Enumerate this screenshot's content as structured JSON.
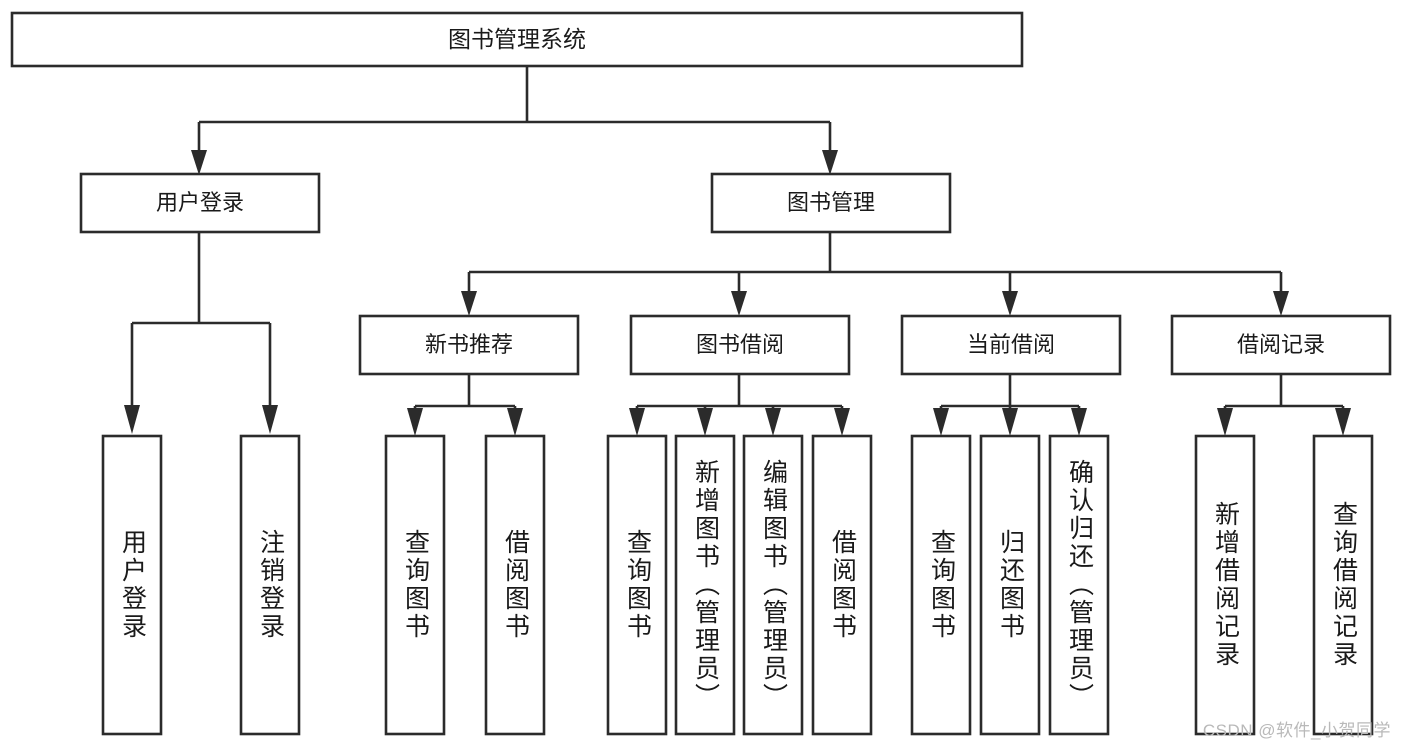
{
  "diagram": {
    "type": "tree-hierarchy",
    "title": "图书管理系统",
    "watermark": "CSDN @软件_小贺同学",
    "colors": {
      "stroke": "#2b2b2b",
      "fill": "#ffffff",
      "text": "#1a1a1a",
      "watermark": "#b9b9b9",
      "background": "#ffffff"
    },
    "levels": [
      {
        "level": 1,
        "nodes": [
          {
            "id": "root",
            "label": "图书管理系统",
            "orientation": "horizontal"
          }
        ]
      },
      {
        "level": 2,
        "nodes": [
          {
            "id": "login",
            "label": "用户登录",
            "orientation": "horizontal",
            "parent": "root"
          },
          {
            "id": "bookmgmt",
            "label": "图书管理",
            "orientation": "horizontal",
            "parent": "root"
          }
        ]
      },
      {
        "level": 3,
        "nodes": [
          {
            "id": "newbook",
            "label": "新书推荐",
            "orientation": "horizontal",
            "parent": "bookmgmt"
          },
          {
            "id": "borrow",
            "label": "图书借阅",
            "orientation": "horizontal",
            "parent": "bookmgmt"
          },
          {
            "id": "current",
            "label": "当前借阅",
            "orientation": "horizontal",
            "parent": "bookmgmt"
          },
          {
            "id": "records",
            "label": "借阅记录",
            "orientation": "horizontal",
            "parent": "bookmgmt"
          }
        ]
      },
      {
        "level": 4,
        "nodes": [
          {
            "id": "leaf-1",
            "label": "用户登录",
            "orientation": "vertical",
            "parent": "login"
          },
          {
            "id": "leaf-2",
            "label": "注销登录",
            "orientation": "vertical",
            "parent": "login"
          },
          {
            "id": "leaf-3",
            "label": "查询图书",
            "orientation": "vertical",
            "parent": "newbook"
          },
          {
            "id": "leaf-4",
            "label": "借阅图书",
            "orientation": "vertical",
            "parent": "newbook"
          },
          {
            "id": "leaf-5",
            "label": "查询图书",
            "orientation": "vertical",
            "parent": "borrow"
          },
          {
            "id": "leaf-6",
            "label": "新增图书（管理员）",
            "orientation": "vertical",
            "parent": "borrow"
          },
          {
            "id": "leaf-7",
            "label": "编辑图书（管理员）",
            "orientation": "vertical",
            "parent": "borrow"
          },
          {
            "id": "leaf-8",
            "label": "借阅图书",
            "orientation": "vertical",
            "parent": "borrow"
          },
          {
            "id": "leaf-9",
            "label": "查询图书",
            "orientation": "vertical",
            "parent": "current"
          },
          {
            "id": "leaf-10",
            "label": "归还图书",
            "orientation": "vertical",
            "parent": "current"
          },
          {
            "id": "leaf-11",
            "label": "确认归还（管理员）",
            "orientation": "vertical",
            "parent": "current"
          },
          {
            "id": "leaf-12",
            "label": "新增借阅记录",
            "orientation": "vertical",
            "parent": "records"
          },
          {
            "id": "leaf-13",
            "label": "查询借阅记录",
            "orientation": "vertical",
            "parent": "records"
          }
        ]
      }
    ]
  }
}
